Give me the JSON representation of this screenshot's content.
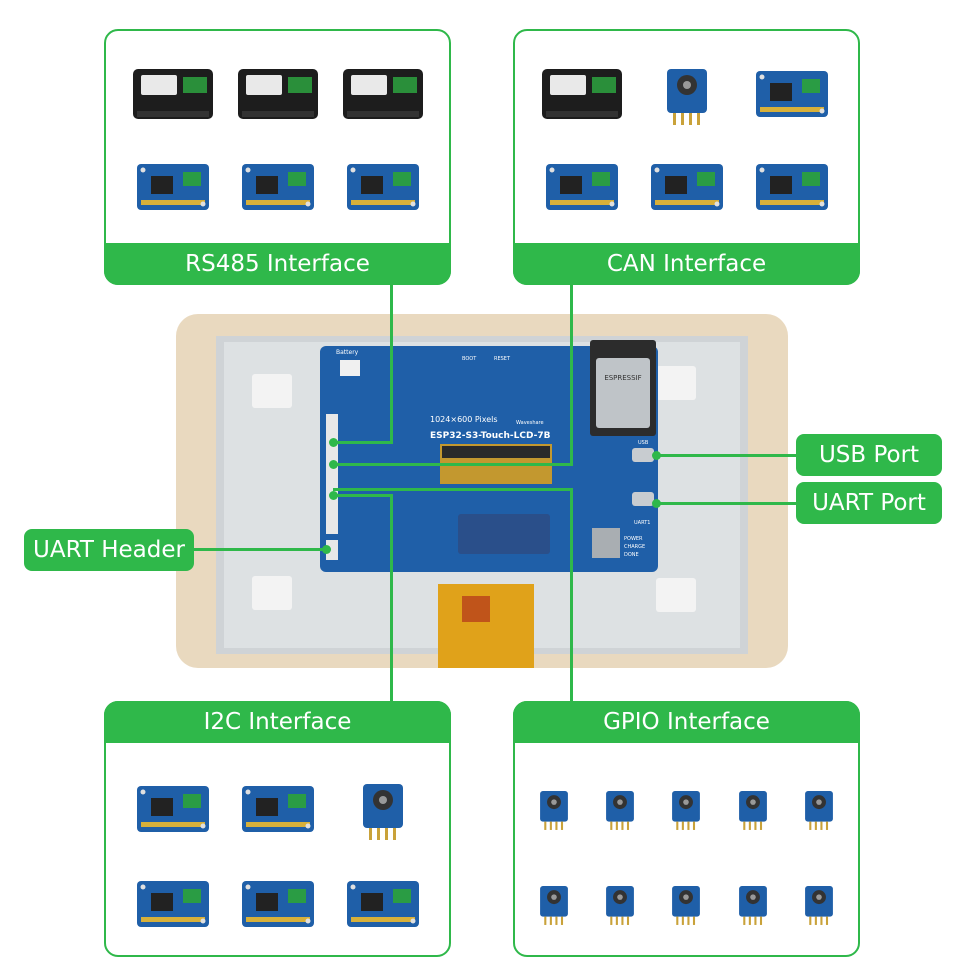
{
  "panels": {
    "rs485": {
      "label": "RS485 Interface"
    },
    "can": {
      "label": "CAN Interface"
    },
    "i2c": {
      "label": "I2C Interface"
    },
    "gpio": {
      "label": "GPIO Interface"
    }
  },
  "callouts": {
    "usb_port": "USB Port",
    "uart_port": "UART Port",
    "uart_header": "UART Header"
  },
  "board": {
    "resolution": "1024×600 Pixels",
    "model": "ESP32-S3-Touch-LCD-7B",
    "brand": "Waveshare",
    "chip_brand": "ESPRESSIF",
    "battery": "Battery",
    "boot": "BOOT",
    "reset": "RESET",
    "usb": "USB",
    "uart": "UART1",
    "power": "POWER",
    "charge": "CHARGE",
    "done": "DONE"
  },
  "colors": {
    "accent": "#2fb84a",
    "pcb": "#1f5fa8",
    "frame": "#e9d9bf"
  }
}
